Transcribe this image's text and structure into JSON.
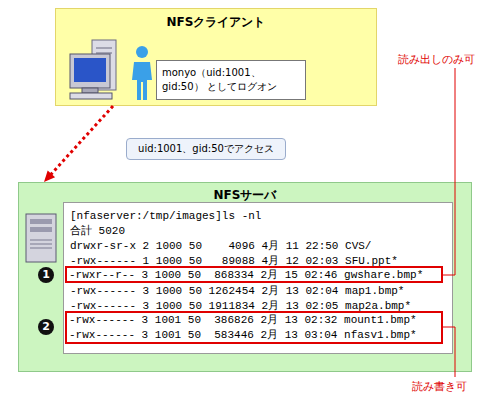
{
  "diagram": {
    "nodes": [
      {
        "text": [
          "NFSクライアント"
        ]
      },
      {
        "text": [
          "monyo（uid:1001、gid:50） としてログオン"
        ],
        "in": 0
      },
      {
        "text": [
          "NFSサーバ"
        ]
      },
      {
        "text": [
          "[nfaserver:/tmp/images]ls -nl",
          "合計 5020",
          "drwxr-sr-x 2 1000 50    4096 4月 11 22:50 CVS/",
          "-rwx------ 1 1000 50   89088 4月 12 02:03 SFU.ppt*",
          "-rwx------ 3 1000 50 1262454 2月 13 02:04 map1.bmp*",
          "-rwx------ 3 1000 50 1911834 2月 13 02:05 map2a.bmp*"
        ],
        "in": 2
      },
      {
        "text": [
          "-rwxr--r-- 3 1000 50  868334 2月 15 02:46 gwshare.bmp*"
        ],
        "in": 3
      },
      {
        "text": [
          "-rwx------ 3 1001 50  386826 2月 13 02:32 mount1.bmp*",
          "-rwx------ 3 1001 50  583446 2月 13 03:04 nfasv1.bmp*"
        ],
        "in": 3
      }
    ],
    "edges": [
      {
        "from": 0,
        "to": 2,
        "arrow": "to",
        "label": "uid:1001、gid:50でアクセス"
      }
    ],
    "labels": [
      "読み出しのみ可",
      "1",
      "2",
      "読み書き可"
    ]
  }
}
